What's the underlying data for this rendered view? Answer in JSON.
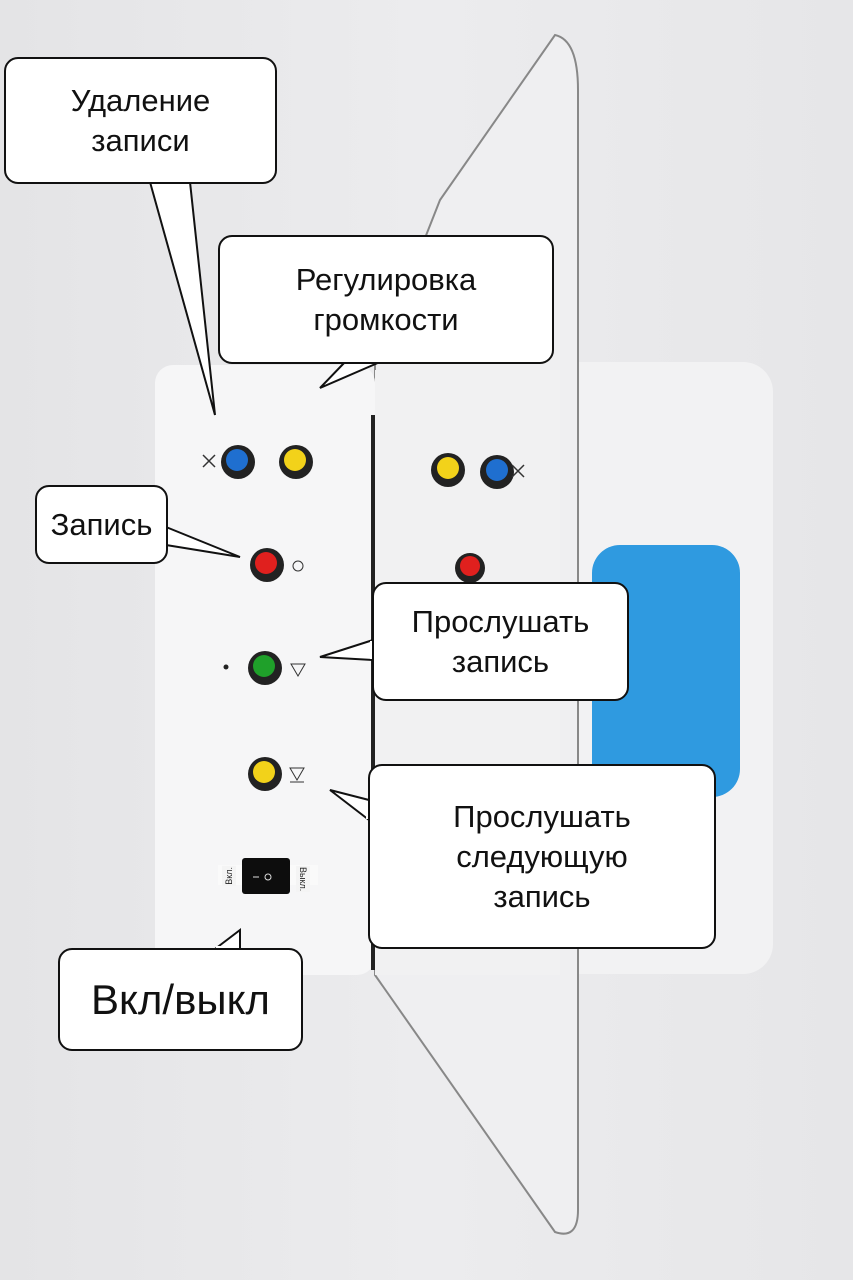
{
  "callouts": {
    "delete": "Удаление\nзаписи",
    "volume": "Регулировка\nгромкости",
    "record": "Запись",
    "play": "Прослушать\nзапись",
    "play_next": "Прослушать\nследующую\nзапись",
    "power": "Вкл/выкл"
  },
  "switch": {
    "on_label": "Вкл.",
    "off_label": "Выкл."
  },
  "colors": {
    "blue": "#1f6fd0",
    "yellow": "#f2d21a",
    "red": "#e0201e",
    "green": "#1fa02a",
    "sponge": "#2f9ae0"
  }
}
